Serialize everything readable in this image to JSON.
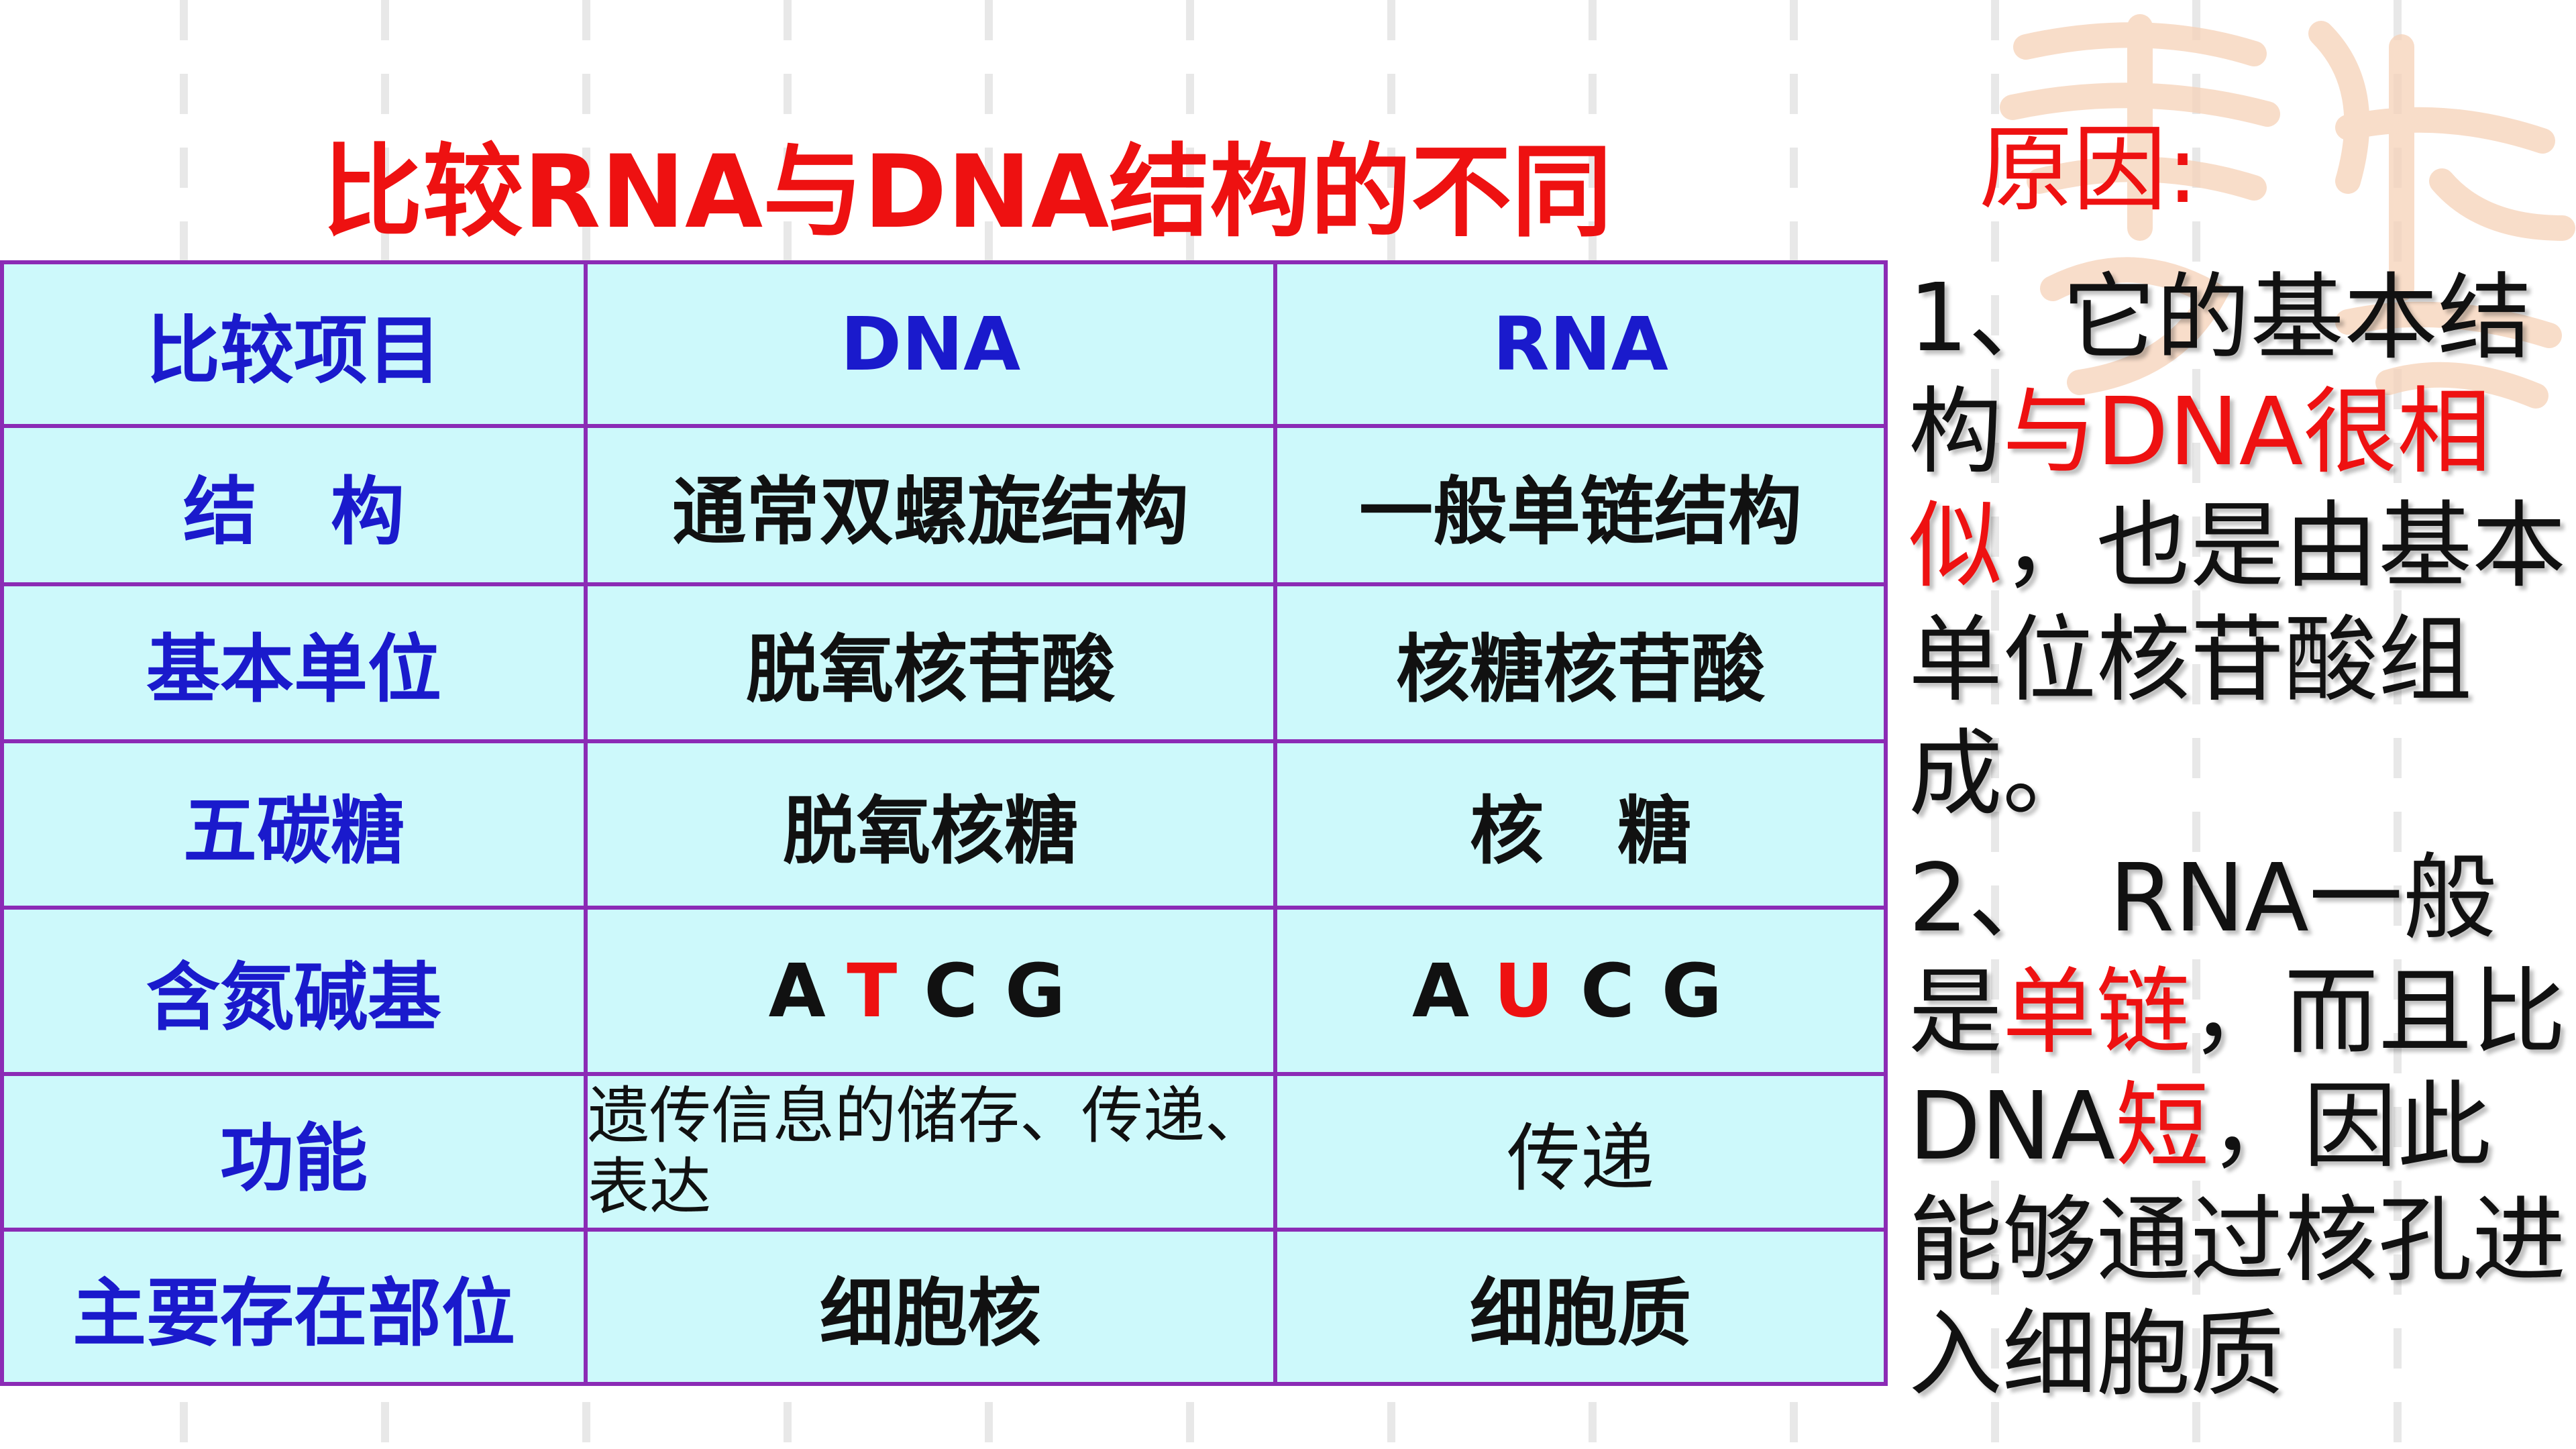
{
  "title": "比较RNA与DNA结构的不同",
  "table": {
    "header": [
      "比较项目",
      "DNA",
      "RNA"
    ],
    "rows": [
      {
        "label": "结　构",
        "dna": "通常双螺旋结构",
        "rna": "一般单链结构"
      },
      {
        "label": "基本单位",
        "dna": "脱氧核苷酸",
        "rna": "核糖核苷酸"
      },
      {
        "label": "五碳糖",
        "dna": "脱氧核糖",
        "rna": "核　糖"
      },
      {
        "label": "含氮碱基",
        "dna_bases": [
          "A",
          "T",
          "C",
          "G"
        ],
        "rna_bases": [
          "A",
          "U",
          "C",
          "G"
        ]
      },
      {
        "label": "功能",
        "dna": "遗传信息的储存、传递、表达",
        "rna": "传递"
      },
      {
        "label": "主要存在部位",
        "dna": "细胞核",
        "rna": "细胞质"
      }
    ]
  },
  "reasons": {
    "heading": "原因:",
    "r1": {
      "prefix": "1、它的基本结构",
      "highlight": "与DNA很相似",
      "suffix": "，也是由基本单位核苷酸组成。"
    },
    "r2": {
      "prefix": "2、　RNA一般是",
      "highlight1": "单链",
      "middle": "，而且比DNA",
      "highlight2": "短",
      "suffix": "，因此能够通过核孔进入细胞质"
    }
  },
  "colors": {
    "title": "#ee1111",
    "header_text": "#1a1acc",
    "table_bg": "#cdf9fb",
    "border": "#8b2bb5",
    "highlight": "#ee1111"
  }
}
